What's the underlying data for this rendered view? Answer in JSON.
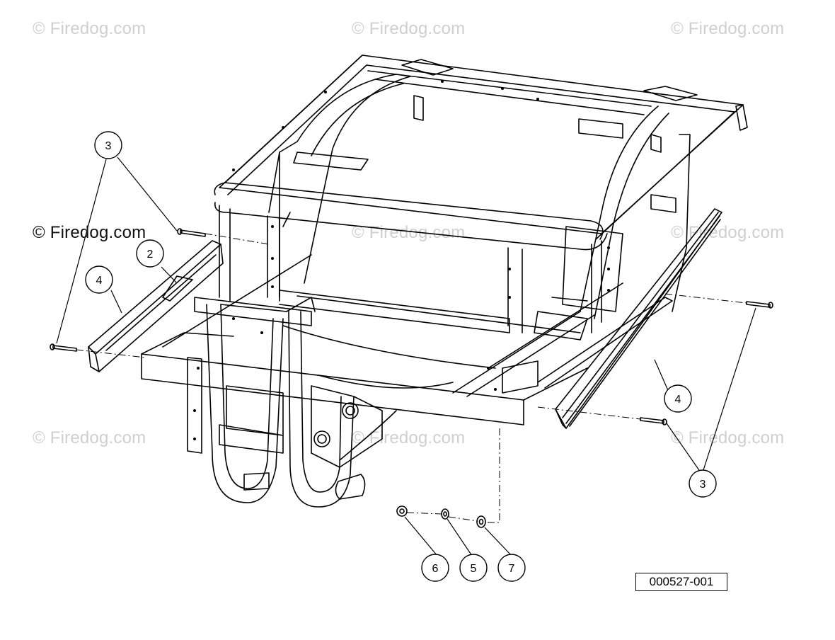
{
  "watermarks": {
    "tl": "© Firedog.com",
    "tc": "© Firedog.com",
    "tr": "© Firedog.com",
    "ml": "© Firedog.com",
    "mc": "© Firedog.com",
    "mr": "© Firedog.com",
    "bl": "© Firedog.com",
    "bc": "© Firedog.com",
    "br": "© Firedog.com"
  },
  "callouts": {
    "c1": "3",
    "c2": "3",
    "c3": "2",
    "c4": "4",
    "c5": "4",
    "c6": "6",
    "c7": "5",
    "c8": "7"
  },
  "figure_id": "000527-001"
}
